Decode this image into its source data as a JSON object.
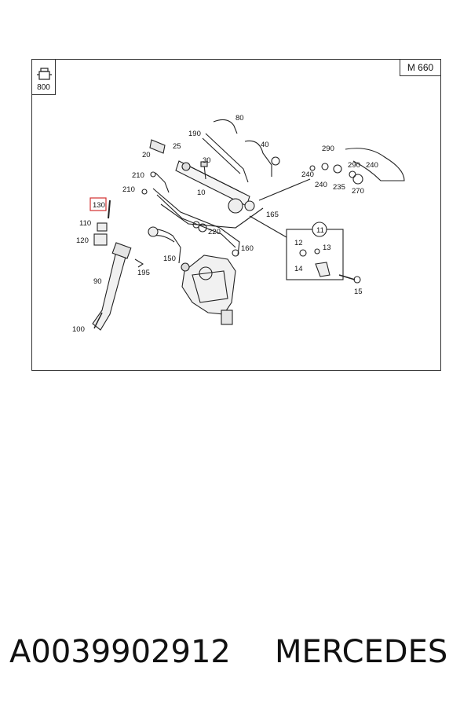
{
  "diagram": {
    "model_code": "M 660",
    "reference_code": "800",
    "highlighted_callout": "130",
    "callouts": [
      "80",
      "190",
      "25",
      "40",
      "20",
      "290",
      "30",
      "290",
      "240",
      "210",
      "240",
      "240",
      "235",
      "270",
      "210",
      "10",
      "130",
      "165",
      "11",
      "110",
      "220",
      "120",
      "12",
      "13",
      "150",
      "160",
      "195",
      "14",
      "90",
      "15",
      "100"
    ],
    "icons": [
      "engine-block-icon"
    ]
  },
  "footer": {
    "part_number": "A0039902912",
    "brand": "MERCEDES"
  }
}
